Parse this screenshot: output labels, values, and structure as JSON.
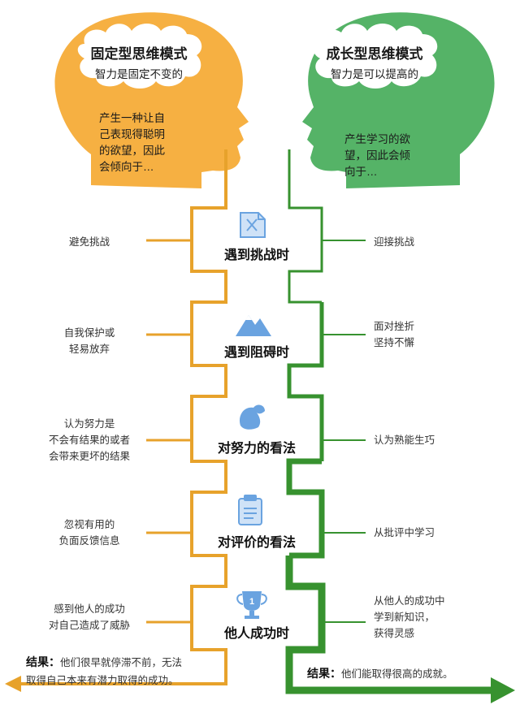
{
  "colors": {
    "fixed_fill": "#f6b042",
    "fixed_line": "#e7a22b",
    "growth_fill": "#55b367",
    "growth_line": "#37922f",
    "icon_blue": "#6aa3e0"
  },
  "fixed": {
    "title": "固定型思维模式",
    "belief": "智力是固定不变的",
    "desc": "产生一种让自\n己表现得聪明\n的欲望，因此\n会倾向于…",
    "result_label": "结果：",
    "result_text": "他们很早就停滞不前，无法\n取得自己本来有潜力取得的成功。"
  },
  "growth": {
    "title": "成长型思维模式",
    "belief": "智力是可以提高的",
    "desc": "产生学习的欲\n望，因此会倾\n向于…",
    "result_label": "结果：",
    "result_text": "他们能取得很高的成就。"
  },
  "stages": [
    {
      "label": "遇到挑战时",
      "icon": "document-icon",
      "left": "避免挑战",
      "right": "迎接挑战"
    },
    {
      "label": "遇到阻碍时",
      "icon": "mountain-icon",
      "left": "自我保护或\n轻易放弃",
      "right": "面对挫折\n坚持不懈"
    },
    {
      "label": "对努力的看法",
      "icon": "flexed-arm-icon",
      "left": "认为努力是\n不会有结果的或者\n会带来更坏的结果",
      "right": "认为熟能生巧"
    },
    {
      "label": "对评价的看法",
      "icon": "clipboard-icon",
      "left": "忽视有用的\n负面反馈信息",
      "right": "从批评中学习"
    },
    {
      "label": "他人成功时",
      "icon": "trophy-icon",
      "left": "感到他人的成功\n对自己造成了威胁",
      "right": "从他人的成功中\n学到新知识，\n获得灵感"
    }
  ]
}
